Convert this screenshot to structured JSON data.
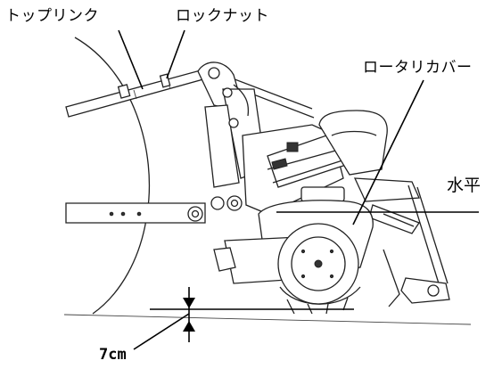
{
  "labels": {
    "top_link": "トップリンク",
    "lock_nut": "ロックナット",
    "rotary_cover": "ロータリカバー",
    "horizontal": "水平",
    "gap": "7cm"
  }
}
